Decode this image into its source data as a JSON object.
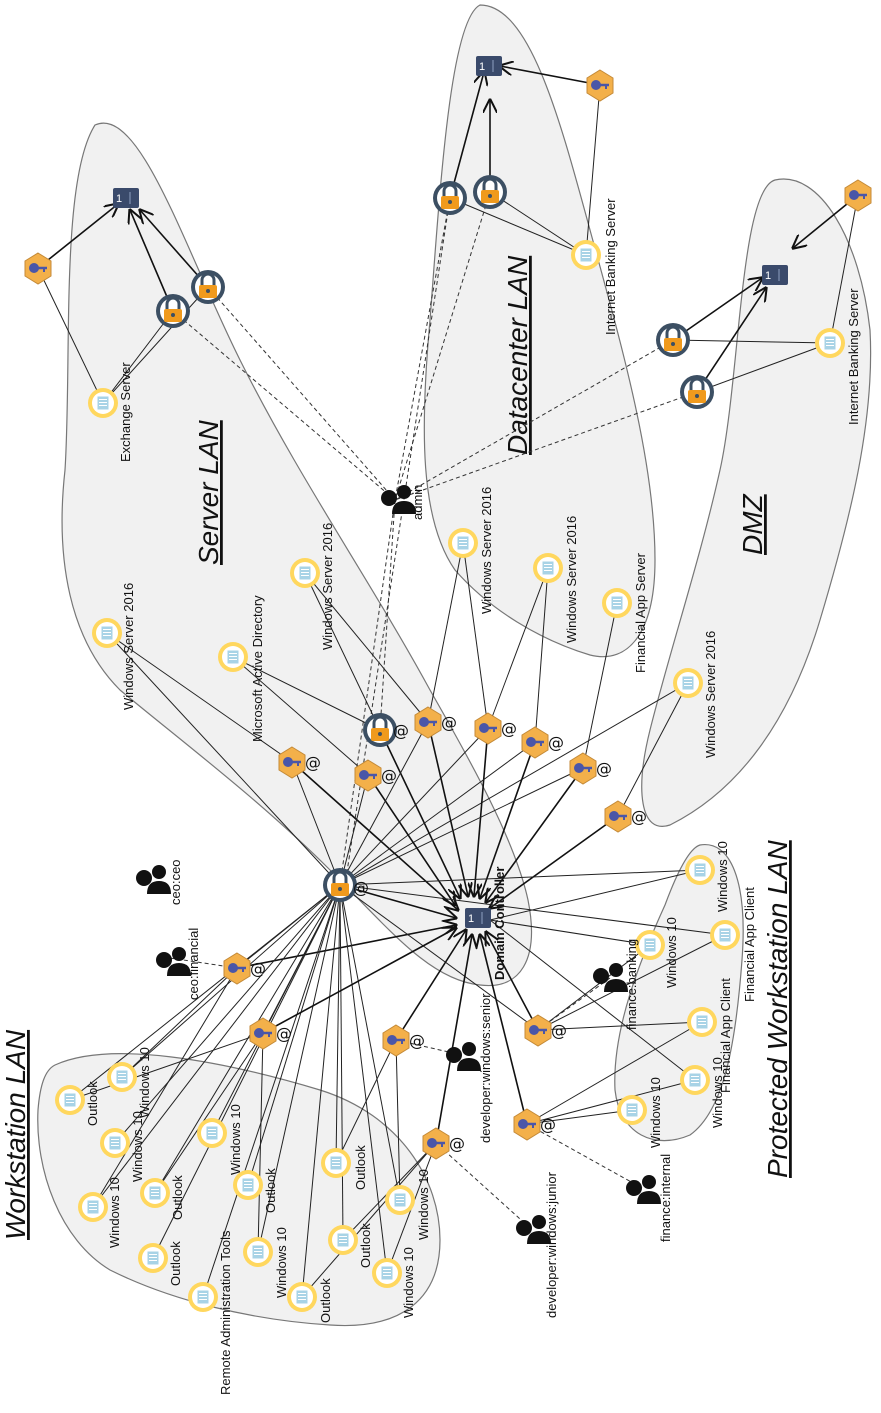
{
  "zones": {
    "server": "Server LAN",
    "datacenter": "Datacenter LAN",
    "dmz": "DMZ",
    "workstation": "Workstation LAN",
    "protected": "Protected Workstation LAN"
  },
  "labels": {
    "exchange": "Exchange Server",
    "internet_banking_1": "Internet Banking Server",
    "internet_banking_2": "Internet Banking Server",
    "ws2016": "Windows Server 2016",
    "mad": "Microsoft Active Directory",
    "financial_app_server": "Financial App Server",
    "domain_controller": "Domain Controller",
    "windows10": "Windows 10",
    "outlook": "Outlook",
    "remote_admin": "Remote Administration Tools",
    "financial_app_client": "Financial App Client",
    "admin": "admin",
    "ceo": "ceo:ceo",
    "ceo_financial": "ceo:financial",
    "finance_banking": "finance:banking",
    "finance_internal": "finance:internal",
    "dev_senior": "developer:windows:senior",
    "dev_junior": "developer:windows:junior",
    "at": "@",
    "one": "1"
  },
  "colors": {
    "zone_fill": "#f1f1f1",
    "host_ring": "#ffd75e",
    "host_fill": "#ffffff",
    "host_icon": "#a8d3e6",
    "lock_body": "#f09a1d",
    "lock_ring": "#3c4f63",
    "server_box": "#3a4a6b",
    "credential": "#f3b04a",
    "person": "#111111"
  },
  "icons": [
    "host-icon",
    "lock-icon",
    "key-credential-icon",
    "server-icon",
    "person-icon"
  ]
}
